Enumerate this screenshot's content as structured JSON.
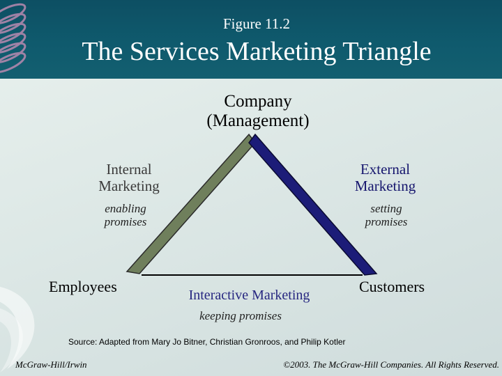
{
  "header": {
    "figure_label": "Figure 11.2",
    "title": "The Services Marketing Triangle"
  },
  "diagram": {
    "apex": {
      "label": "Company\n(Management)"
    },
    "left_vertex": {
      "label": "Employees"
    },
    "right_vertex": {
      "label": "Customers"
    },
    "left_side": {
      "label": "Internal\nMarketing",
      "sublabel": "enabling\npromises",
      "color": "#6f7f5c"
    },
    "right_side": {
      "label": "External\nMarketing",
      "sublabel": "setting\npromises",
      "color": "#1c1c78"
    },
    "bottom_side": {
      "label": "Interactive Marketing",
      "sublabel": "keeping promises"
    }
  },
  "source": "Source: Adapted from Mary Jo Bitner, Christian Gronroos, and Philip Kotler",
  "footer": {
    "publisher": "McGraw-Hill/Irwin",
    "copyright": "©2003. The McGraw-Hill Companies. All Rights Reserved."
  },
  "colors": {
    "header_bg": "#0f5a6d",
    "left_side": "#6f7f5c",
    "right_side": "#1c1c78",
    "interactive_text": "#262680"
  }
}
